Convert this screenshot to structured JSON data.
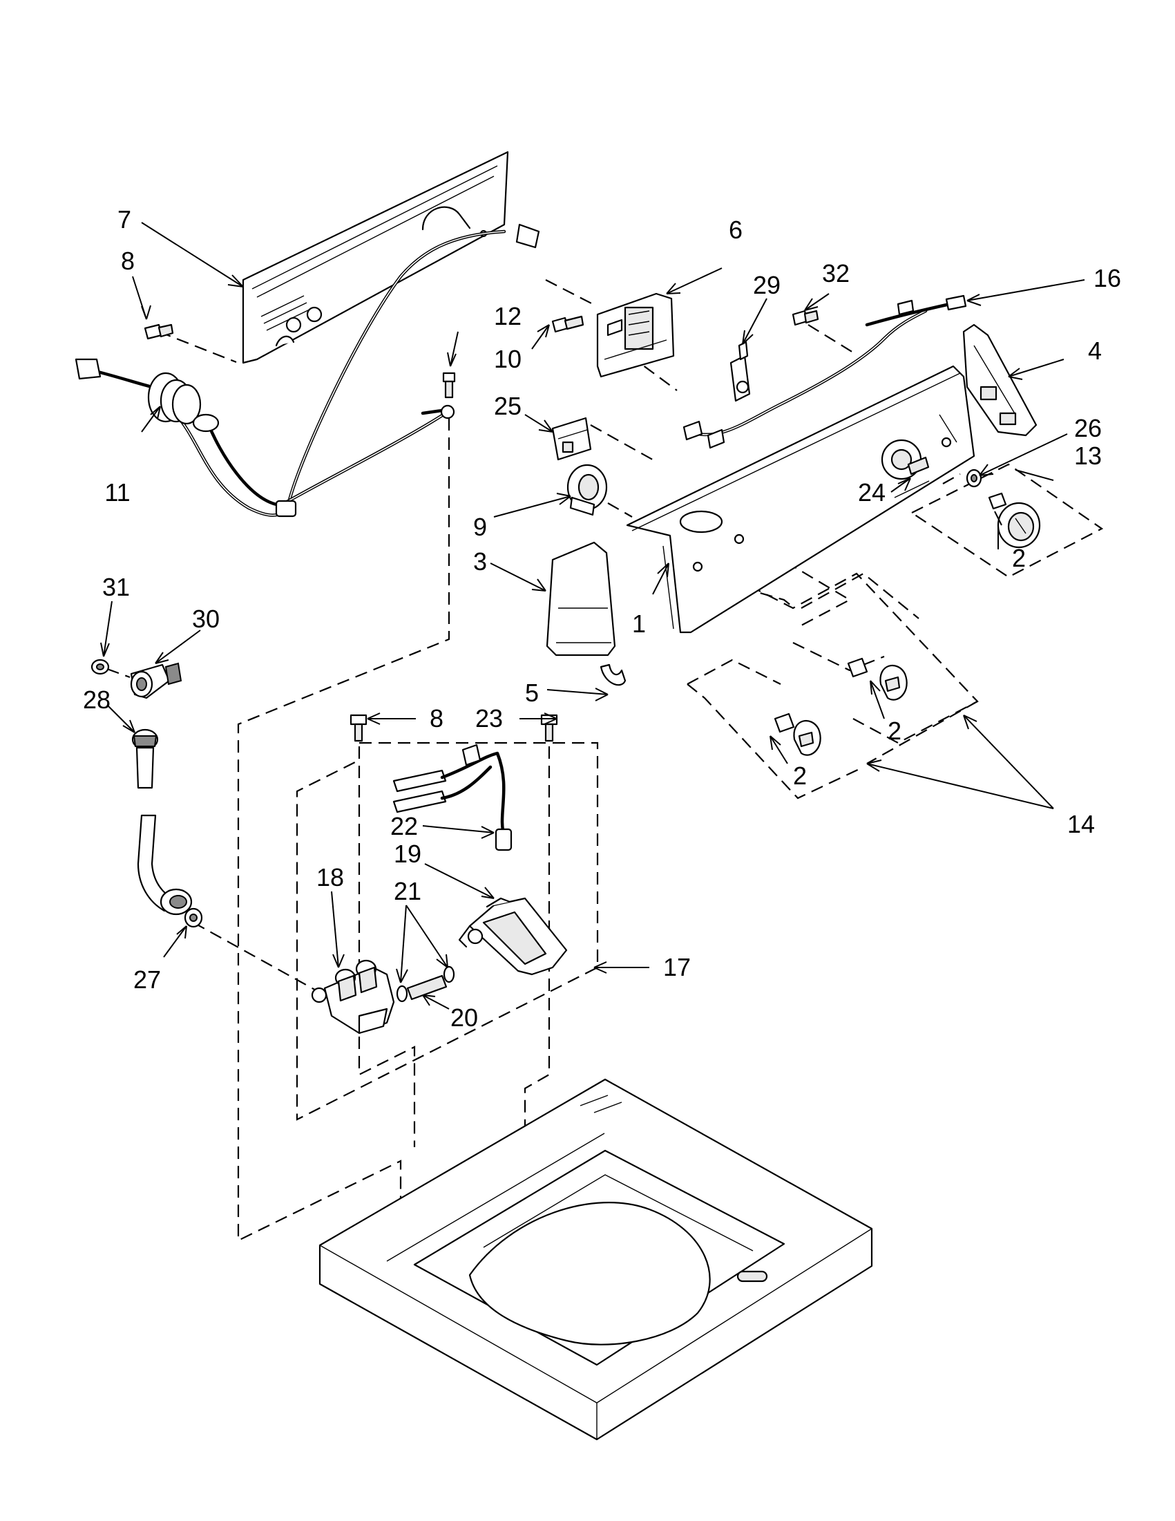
{
  "callouts": [
    {
      "id": "c1",
      "label": "1"
    },
    {
      "id": "c2a",
      "label": "2"
    },
    {
      "id": "c2b",
      "label": "2"
    },
    {
      "id": "c2c",
      "label": "2"
    },
    {
      "id": "c3",
      "label": "3"
    },
    {
      "id": "c4",
      "label": "4"
    },
    {
      "id": "c5",
      "label": "5"
    },
    {
      "id": "c6",
      "label": "6"
    },
    {
      "id": "c7",
      "label": "7"
    },
    {
      "id": "c8a",
      "label": "8"
    },
    {
      "id": "c8b",
      "label": "8"
    },
    {
      "id": "c9",
      "label": "9"
    },
    {
      "id": "c10",
      "label": "10"
    },
    {
      "id": "c11",
      "label": "11"
    },
    {
      "id": "c12",
      "label": "12"
    },
    {
      "id": "c13",
      "label": "13"
    },
    {
      "id": "c14",
      "label": "14"
    },
    {
      "id": "c16",
      "label": "16"
    },
    {
      "id": "c17",
      "label": "17"
    },
    {
      "id": "c18",
      "label": "18"
    },
    {
      "id": "c19",
      "label": "19"
    },
    {
      "id": "c20",
      "label": "20"
    },
    {
      "id": "c21",
      "label": "21"
    },
    {
      "id": "c22",
      "label": "22"
    },
    {
      "id": "c23",
      "label": "23"
    },
    {
      "id": "c24",
      "label": "24"
    },
    {
      "id": "c25",
      "label": "25"
    },
    {
      "id": "c26",
      "label": "26"
    },
    {
      "id": "c27",
      "label": "27"
    },
    {
      "id": "c28",
      "label": "28"
    },
    {
      "id": "c29",
      "label": "29"
    },
    {
      "id": "c30",
      "label": "30"
    },
    {
      "id": "c31",
      "label": "31"
    },
    {
      "id": "c32",
      "label": "32"
    }
  ]
}
